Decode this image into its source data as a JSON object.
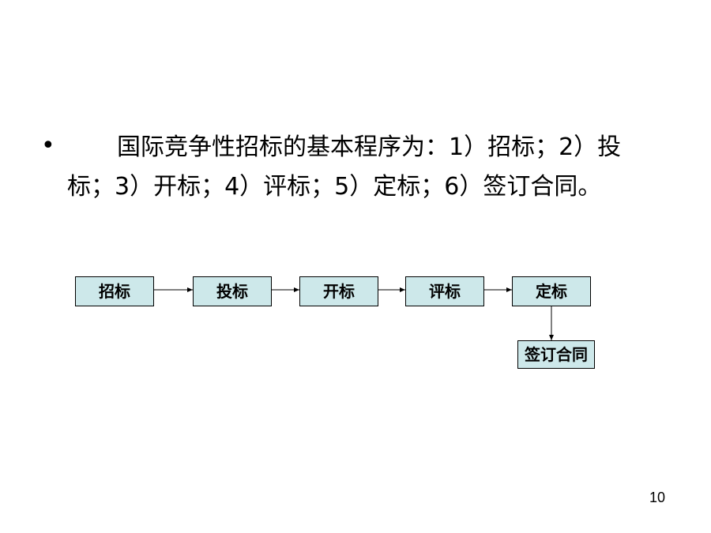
{
  "slide": {
    "bullet": "•",
    "body_text": "国际竞争性招标的基本程序为：1）招标；2）投标；3）开标；4）评标；5）定标；6）签订合同。",
    "page_number": "10"
  },
  "flowchart": {
    "steps": [
      "招标",
      "投标",
      "开标",
      "评标",
      "定标"
    ],
    "final_step": "签订合同"
  }
}
